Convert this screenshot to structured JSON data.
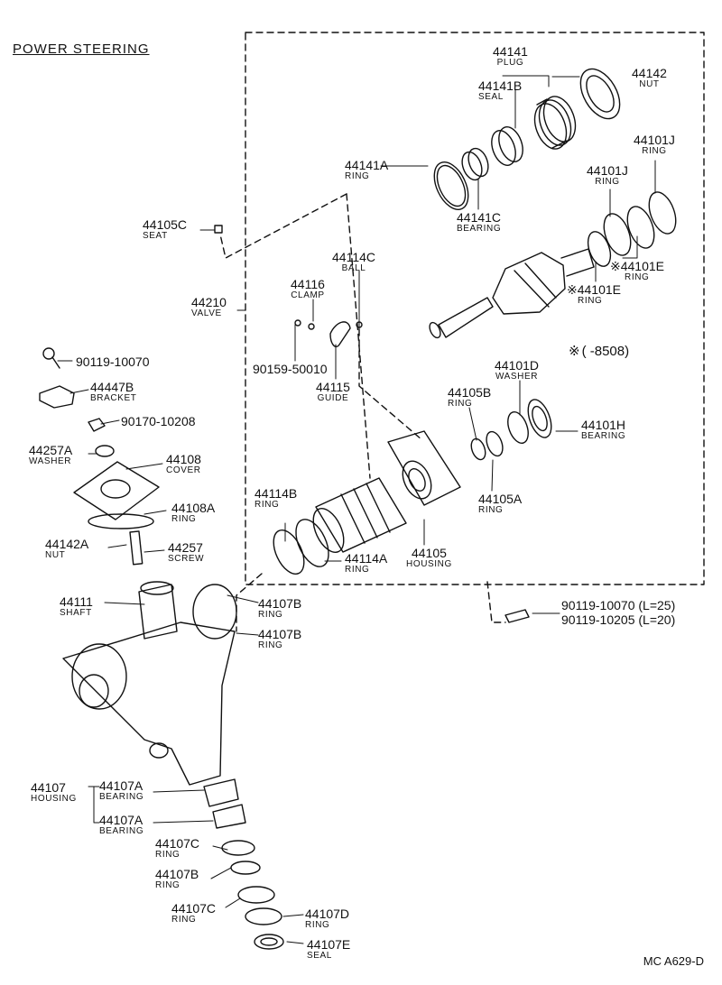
{
  "title": "POWER STEERING",
  "footer_code": "MC A629-D",
  "note": {
    "symbol": "※",
    "range": "(        -8508)"
  },
  "parts": {
    "p44141": {
      "number": "44141",
      "name": "PLUG"
    },
    "p44142": {
      "number": "44142",
      "name": "NUT"
    },
    "p44141B": {
      "number": "44141B",
      "name": "SEAL"
    },
    "p44141A": {
      "number": "44141A",
      "name": "RING"
    },
    "p44141C": {
      "number": "44141C",
      "name": "BEARING"
    },
    "p44101J_1": {
      "number": "44101J",
      "name": "RING"
    },
    "p44101J_2": {
      "number": "44101J",
      "name": "RING"
    },
    "p44101E_1": {
      "number": "44101E",
      "name": "RING",
      "mark": "※"
    },
    "p44101E_2": {
      "number": "44101E",
      "name": "RING",
      "mark": "※"
    },
    "p44105C": {
      "number": "44105C",
      "name": "SEAT"
    },
    "p44114C": {
      "number": "44114C",
      "name": "BALL"
    },
    "p44116": {
      "number": "44116",
      "name": "CLAMP"
    },
    "p44210": {
      "number": "44210",
      "name": "VALVE"
    },
    "p90159": {
      "number": "90159-50010"
    },
    "p44115": {
      "number": "44115",
      "name": "GUIDE"
    },
    "p90119a": {
      "number": "90119-10070"
    },
    "p44447B": {
      "number": "44447B",
      "name": "BRACKET"
    },
    "p90170": {
      "number": "90170-10208"
    },
    "p44257A": {
      "number": "44257A",
      "name": "WASHER"
    },
    "p44108": {
      "number": "44108",
      "name": "COVER"
    },
    "p44108A": {
      "number": "44108A",
      "name": "RING"
    },
    "p44142A": {
      "number": "44142A",
      "name": "NUT"
    },
    "p44257": {
      "number": "44257",
      "name": "SCREW"
    },
    "p44101D": {
      "number": "44101D",
      "name": "WASHER"
    },
    "p44105B": {
      "number": "44105B",
      "name": "RING"
    },
    "p44101H": {
      "number": "44101H",
      "name": "BEARING"
    },
    "p44114B": {
      "number": "44114B",
      "name": "RING"
    },
    "p44105A": {
      "number": "44105A",
      "name": "RING"
    },
    "p44114A": {
      "number": "44114A",
      "name": "RING"
    },
    "p44105": {
      "number": "44105",
      "name": "HOUSING"
    },
    "p44111": {
      "number": "44111",
      "name": "SHAFT"
    },
    "p44107B_1": {
      "number": "44107B",
      "name": "RING"
    },
    "p44107B_2": {
      "number": "44107B",
      "name": "RING"
    },
    "p90119b": {
      "number": "90119-10070 (L=25)"
    },
    "p90119c": {
      "number": "90119-10205 (L=20)"
    },
    "p44107": {
      "number": "44107",
      "name": "HOUSING"
    },
    "p44107A_1": {
      "number": "44107A",
      "name": "BEARING"
    },
    "p44107A_2": {
      "number": "44107A",
      "name": "BEARING"
    },
    "p44107C_1": {
      "number": "44107C",
      "name": "RING"
    },
    "p44107B_3": {
      "number": "44107B",
      "name": "RING"
    },
    "p44107C_2": {
      "number": "44107C",
      "name": "RING"
    },
    "p44107D": {
      "number": "44107D",
      "name": "RING"
    },
    "p44107E": {
      "number": "44107E",
      "name": "SEAL"
    }
  }
}
